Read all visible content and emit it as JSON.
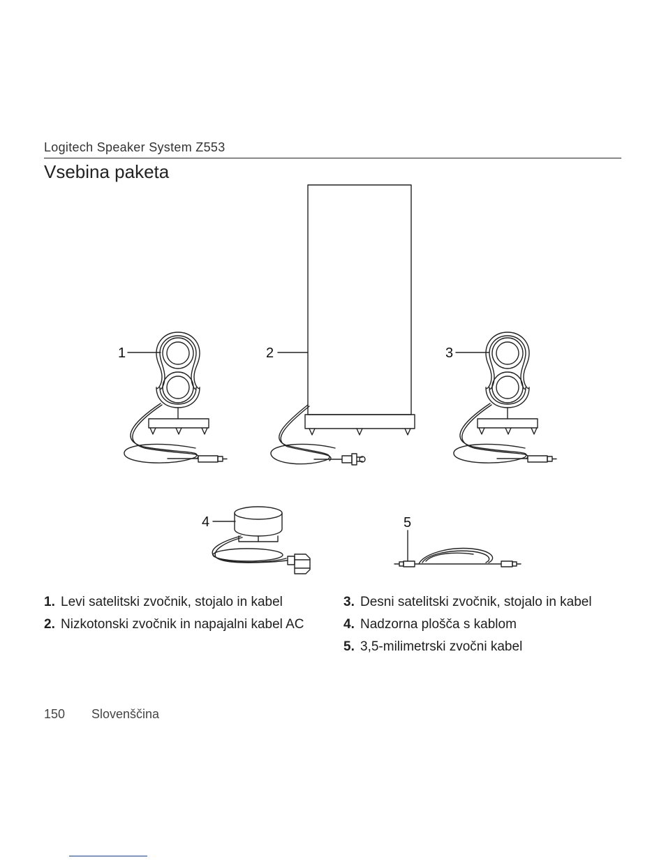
{
  "header": {
    "product": "Logitech Speaker System Z553",
    "title": "Vsebina paketa"
  },
  "callouts": [
    "1",
    "2",
    "3",
    "4",
    "5"
  ],
  "contents": {
    "left": [
      {
        "num": "1.",
        "text": "Levi satelitski zvočnik, stojalo in kabel"
      },
      {
        "num": "2.",
        "text": "Nizkotonski zvočnik in napajalni kabel AC"
      }
    ],
    "right": [
      {
        "num": "3.",
        "text": "Desni satelitski zvočnik, stojalo in kabel"
      },
      {
        "num": "4.",
        "text": "Nadzorna plošča s kablom"
      },
      {
        "num": "5.",
        "text": "3,5-milimetrski zvočni kabel"
      }
    ]
  },
  "footer": {
    "page_number": "150",
    "language": "Slovenščina"
  }
}
